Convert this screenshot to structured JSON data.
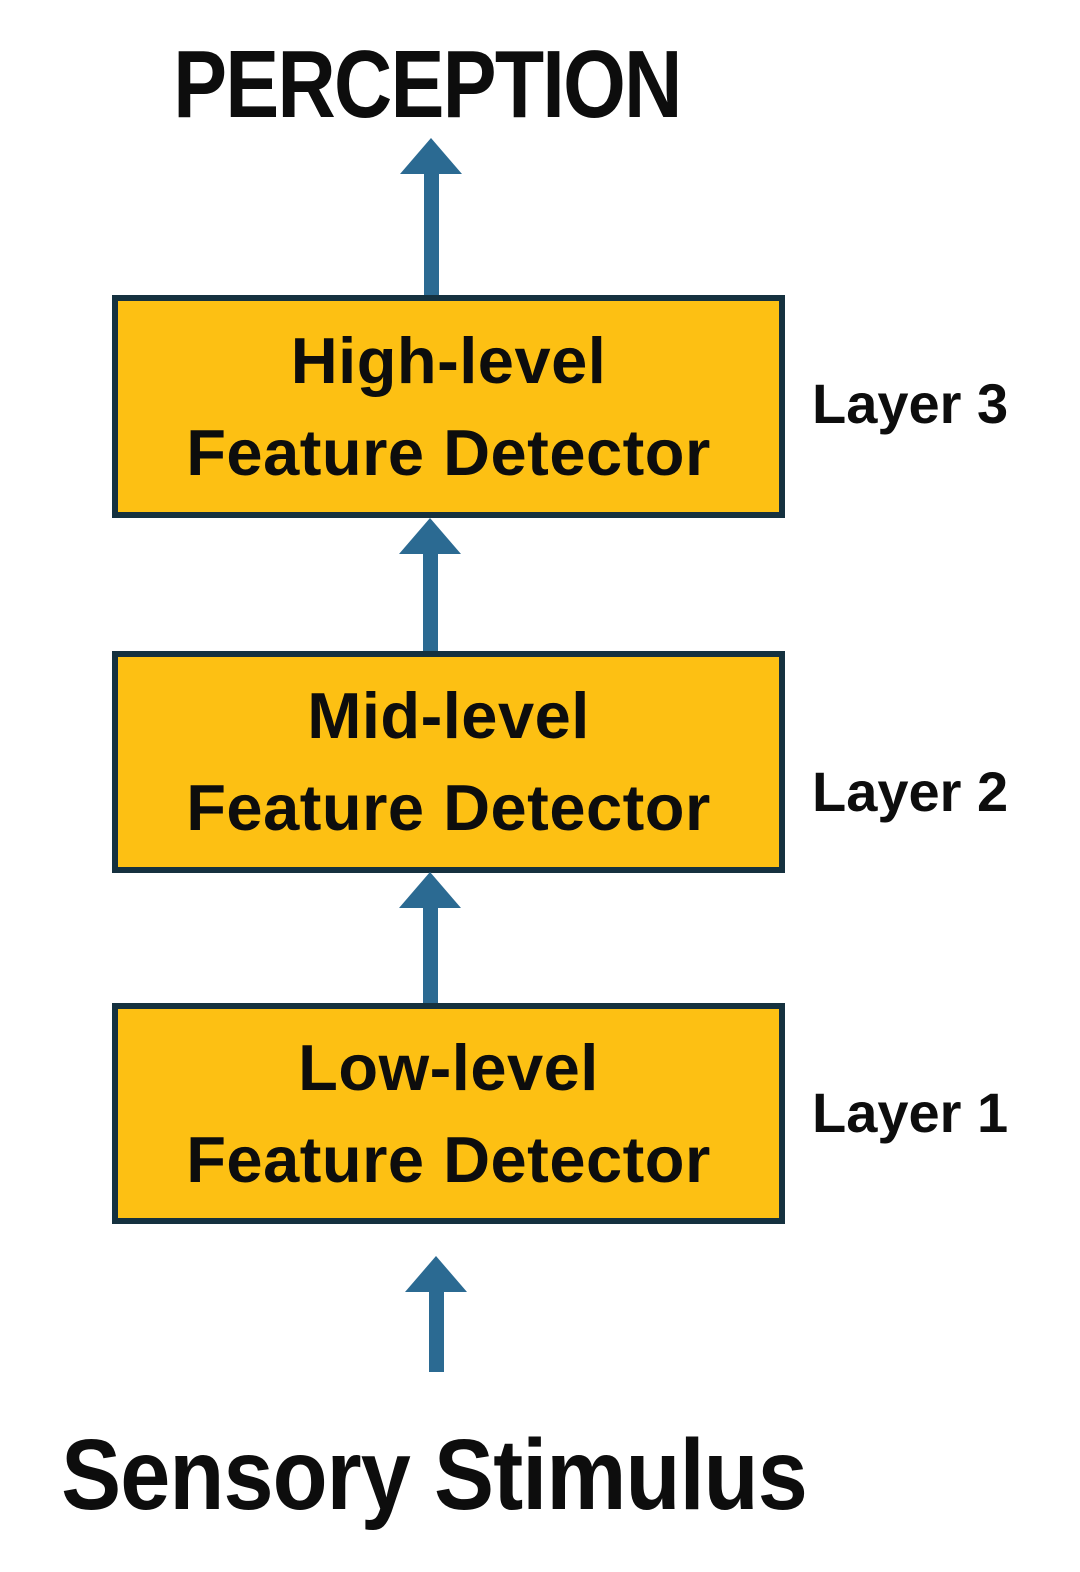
{
  "title": "PERCEPTION",
  "bottom_label": "Sensory Stimulus",
  "layers": [
    {
      "line1": "High-level",
      "line2": "Feature Detector",
      "side_label": "Layer 3"
    },
    {
      "line1": "Mid-level",
      "line2": "Feature Detector",
      "side_label": "Layer 2"
    },
    {
      "line1": "Low-level",
      "line2": "Feature Detector",
      "side_label": "Layer 1"
    }
  ],
  "colors": {
    "background": "#ffffff",
    "box_fill": "#fdc013",
    "box_border": "#15313f",
    "arrow": "#2b6a92",
    "text": "#0d0d0d"
  }
}
